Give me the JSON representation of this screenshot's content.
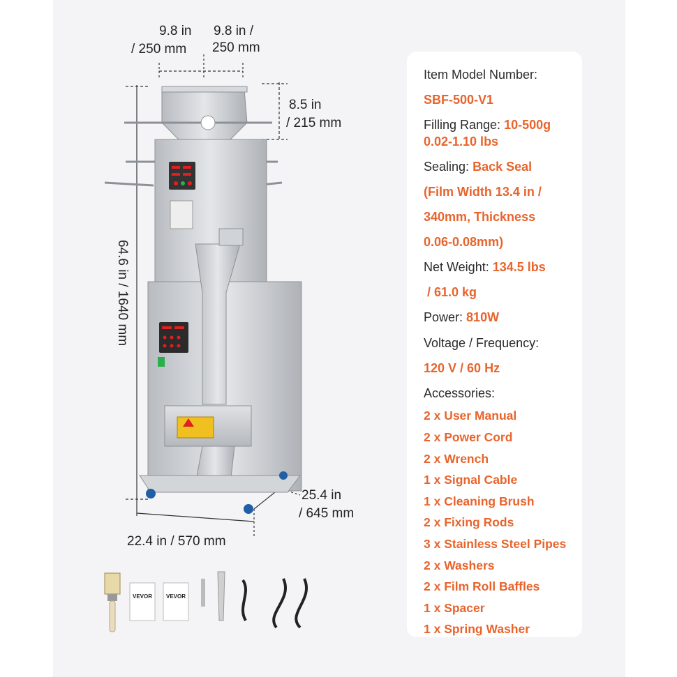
{
  "dimensions": {
    "hopper_width_left_in": "9.8 in",
    "hopper_width_left_mm": "/ 250 mm",
    "hopper_width_right_in": "9.8 in /",
    "hopper_width_right_mm": "250 mm",
    "hopper_height_in": "8.5 in",
    "hopper_height_mm": "/ 215 mm",
    "height": "64.6 in / 1640 mm",
    "depth_in": "25.4 in",
    "depth_mm": "/ 645 mm",
    "width": "22.4 in / 570 mm"
  },
  "specs": {
    "model_label": "Item Model Number:",
    "model_value": "SBF-500-V1",
    "filling_label": "Filling Range:",
    "filling_value_1": "10-500g",
    "filling_value_2": "0.02-1.10 lbs",
    "sealing_label": "Sealing:",
    "sealing_value_1": "Back Seal",
    "sealing_value_2": "(Film Width 13.4 in /",
    "sealing_value_3": "340mm, Thickness",
    "sealing_value_4": "0.06-0.08mm)",
    "net_weight_label": "Net Weight:",
    "net_weight_value_1": "134.5 lbs",
    "net_weight_value_2": "/ 61.0 kg",
    "power_label": "Power:",
    "power_value": "810W",
    "voltage_label": "Voltage / Frequency:",
    "voltage_value": "120 V / 60 Hz",
    "accessories_label": "Accessories:",
    "accessories": [
      "2 x User Manual",
      "2 x Power Cord",
      "2 x Wrench",
      "1 x Signal Cable",
      "1 x Cleaning Brush",
      "2 x Fixing Rods",
      "3 x Stainless Steel Pipes",
      "2 x Washers",
      "2 x Film Roll Baffles",
      "1 x Spacer",
      "1 x Spring Washer"
    ]
  },
  "manual_brand": "VEVOR",
  "colors": {
    "accent": "#e8642c",
    "steel": "#c9ccd0",
    "panel": "#f4f4f6"
  }
}
